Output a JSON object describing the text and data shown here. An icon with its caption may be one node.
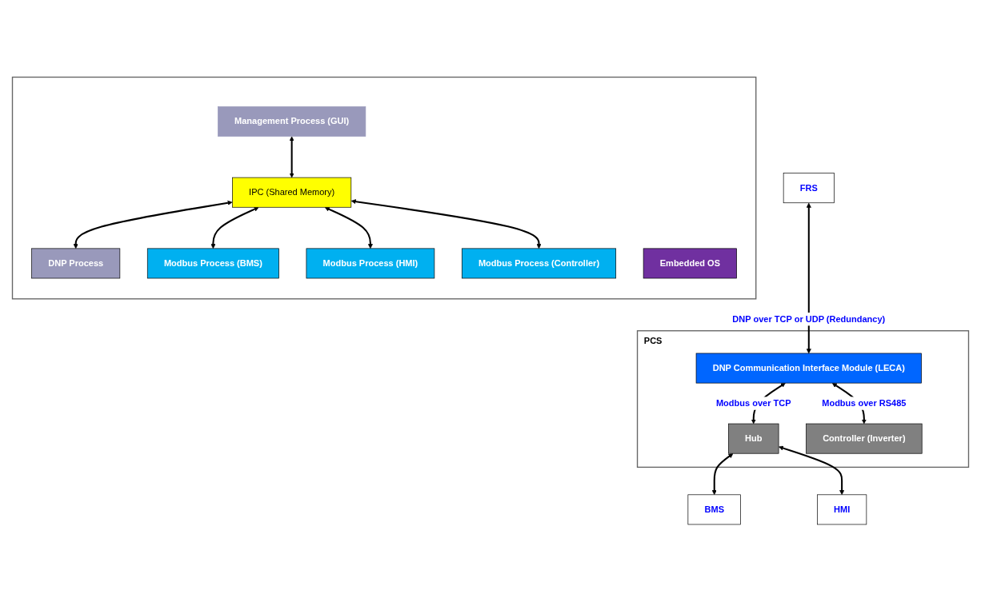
{
  "diagram": {
    "nodes": [
      {
        "text": [
          "FRS"
        ]
      },
      {
        "text": [
          "PCS"
        ]
      },
      {
        "text": [
          "DNP Communication Interface Module (LECA)"
        ],
        "in": 1
      },
      {
        "text": [
          "Hub"
        ],
        "in": 1
      },
      {
        "text": [
          "Controller (Inverter)"
        ],
        "in": 1
      },
      {
        "text": [
          "BMS"
        ]
      },
      {
        "text": [
          "HMI"
        ]
      },
      {
        "text": [],
        "shape": "box"
      },
      {
        "text": [
          "Management Process (GUI)"
        ],
        "in": 7
      },
      {
        "text": [
          "IPC (Shared Memory)"
        ],
        "in": 7
      },
      {
        "text": [
          "DNP Process"
        ],
        "in": 7
      },
      {
        "text": [
          "Modbus Process (BMS)"
        ],
        "in": 7
      },
      {
        "text": [
          "Modbus Process (HMI)"
        ],
        "in": 7
      },
      {
        "text": [
          "Modbus Process (Controller)"
        ],
        "in": 7
      },
      {
        "text": [
          "Embedded OS"
        ],
        "in": 7
      }
    ],
    "edges": [
      {
        "from": 0,
        "to": 2,
        "arrow": "both",
        "label": "DNP over TCP or UDP (Redundancy)"
      },
      {
        "from": 2,
        "to": 3,
        "arrow": "both",
        "label": "Modbus over TCP"
      },
      {
        "from": 2,
        "to": 4,
        "arrow": "both",
        "label": "Modbus over RS485"
      },
      {
        "from": 3,
        "to": 5,
        "arrow": "both"
      },
      {
        "from": 3,
        "to": 6,
        "arrow": "both"
      },
      {
        "from": 8,
        "to": 9,
        "arrow": "both"
      },
      {
        "from": 9,
        "to": 10,
        "arrow": "both"
      },
      {
        "from": 9,
        "to": 11,
        "arrow": "both"
      },
      {
        "from": 9,
        "to": 12,
        "arrow": "both"
      },
      {
        "from": 9,
        "to": 13,
        "arrow": "both"
      }
    ]
  }
}
